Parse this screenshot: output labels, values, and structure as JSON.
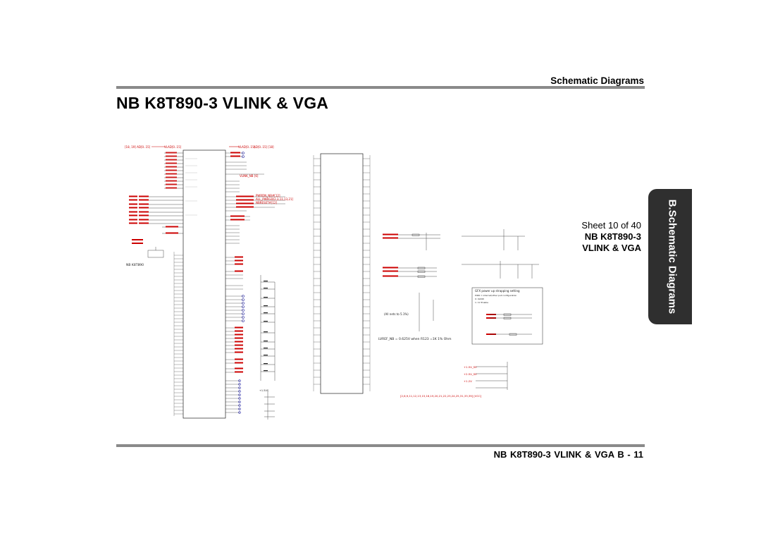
{
  "header": {
    "section_title": "Schematic  Diagrams",
    "page_title": "NB K8T890-3 VLINK & VGA"
  },
  "sheet": {
    "line1": "Sheet 10 of 40",
    "line2": "NB K8T890-3",
    "line3": "VLINK & VGA"
  },
  "side_tab": {
    "label": "B.Schematic Diagrams"
  },
  "footer": {
    "text": "NB K8T890-3 VLINK & VGA  B  -  11"
  },
  "schematic": {
    "top_labels": [
      "[18, 19] AD[0..15]",
      "VLAD[0..15]",
      "VLAD[0..15]",
      "AD[0..15] [18]"
    ],
    "chip_ref": "NB K8T890",
    "mid_labels": [
      "VLINK_NB [6]",
      "PWRDN_NB#[12]",
      "ALL_PWRGD[2,3,11,13,21]",
      "NBRESET#[12]"
    ],
    "annotations": {
      "gfx_note_title": "GFX power up strapping setting",
      "gfx_note_1": "PIDR = internal/other pull configuration",
      "gfx_note_2": "0: 0x00h",
      "gfx_note_3": "1: 1V Enable",
      "lvref_formula": "LVREF_NB = 0.625V when R123 =1K 1% Ohm",
      "tie_note": "(All nets to 5.1%)",
      "rail_list": "[2,6,9,11,12,13,15,16,19,20,21,22,23,24,25,31,33,39] [VCC]"
    },
    "power_labels": [
      "+1.5V_S0",
      "+2.5V_S0",
      "+1.2V",
      "+1.5VS"
    ],
    "colors": {
      "net_red": "#cc0000",
      "ink_blue": "#1a1aa0",
      "wire": "#222222",
      "tab_bg": "#2f2f2f"
    }
  }
}
